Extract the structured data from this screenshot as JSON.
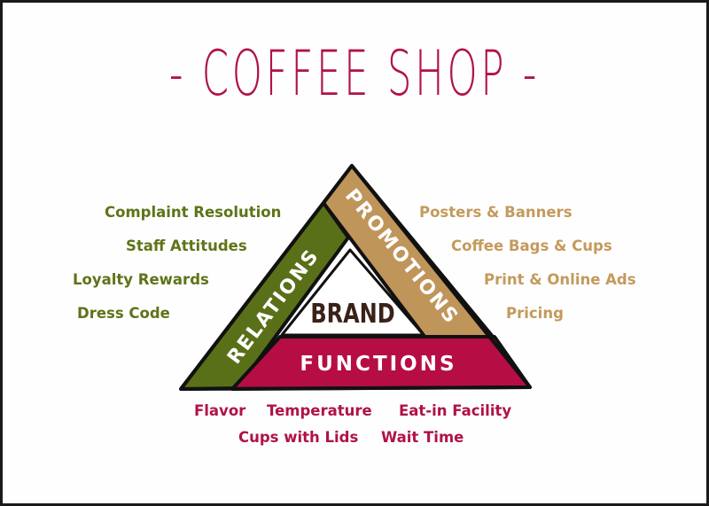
{
  "title": "- COFFEE SHOP -",
  "colors": {
    "title": "#b0124a",
    "relations": "#5a7018",
    "promotions": "#c0955a",
    "functions": "#b70d45",
    "brand_text": "#3a2218",
    "outline": "#111111"
  },
  "triangle": {
    "center_label": "BRAND",
    "bands": {
      "relations": "RELATIONS",
      "promotions": "PROMOTIONS",
      "functions": "FUNCTIONS"
    }
  },
  "relations_items": [
    "Complaint Resolution",
    "Staff Attitudes",
    "Loyalty Rewards",
    "Dress Code"
  ],
  "promotions_items": [
    "Posters & Banners",
    "Coffee Bags & Cups",
    "Print & Online Ads",
    "Pricing"
  ],
  "functions_items": [
    "Flavor",
    "Temperature",
    "Eat-in Facility",
    "Cups with Lids",
    "Wait Time"
  ]
}
